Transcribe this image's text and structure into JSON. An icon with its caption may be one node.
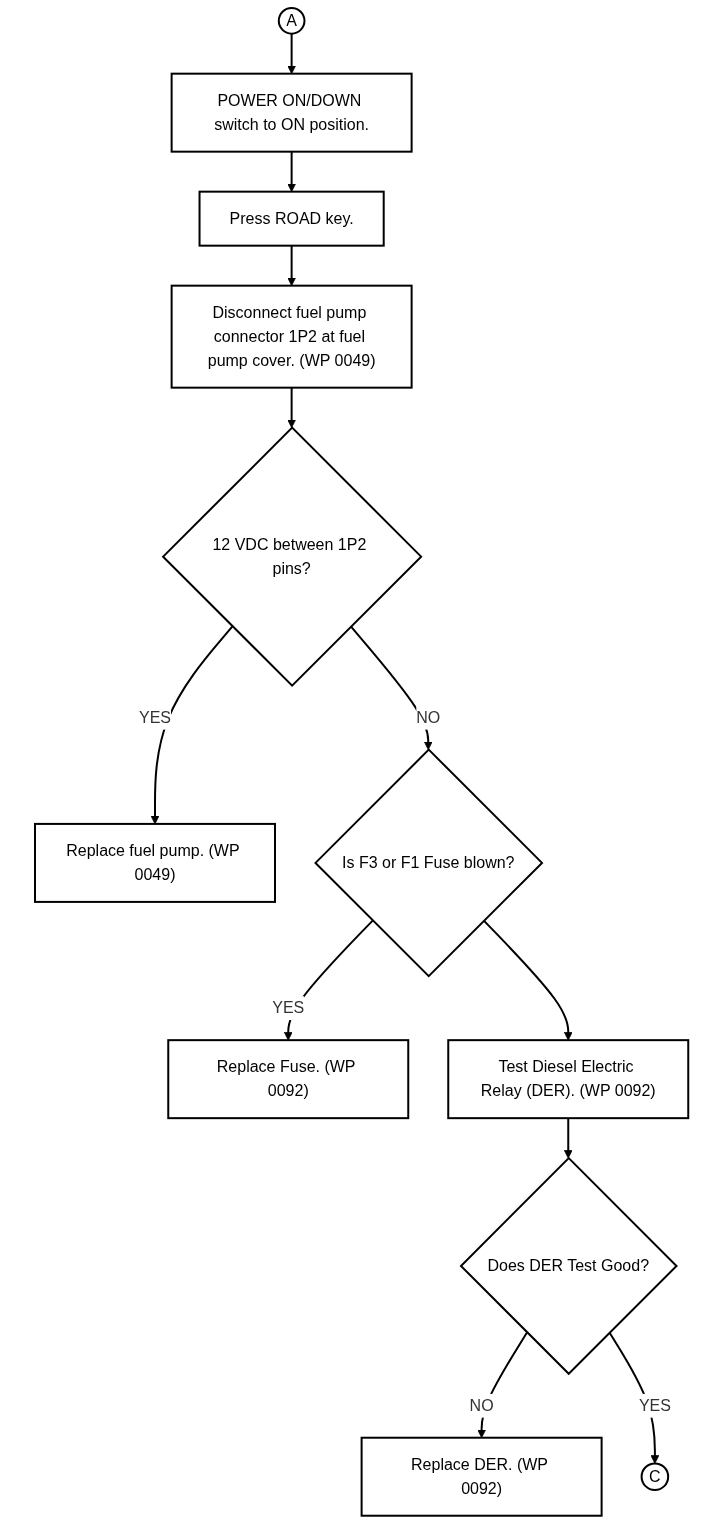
{
  "diagram": {
    "nodes": [
      {
        "text": [
          "A"
        ]
      },
      {
        "text": [
          "POWER ON/DOWN switch to ON position."
        ]
      },
      {
        "text": [
          "Press ROAD key."
        ]
      },
      {
        "text": [
          "Disconnect fuel pump connector 1P2 at fuel pump cover. (WP 0049)"
        ]
      },
      {
        "text": [
          "12 VDC between 1P2 pins?"
        ]
      },
      {
        "text": [
          "Replace fuel pump. (WP 0049)"
        ]
      },
      {
        "text": [
          "Is F3 or F1 Fuse blown?"
        ]
      },
      {
        "text": [
          "Replace Fuse. (WP 0092)"
        ]
      },
      {
        "text": [
          "Test Diesel Electric Relay (DER). (WP 0092)"
        ]
      },
      {
        "text": [
          "Does DER Test Good?"
        ]
      },
      {
        "text": [
          "Replace DER. (WP 0092)"
        ]
      },
      {
        "text": [
          "C"
        ]
      }
    ],
    "edges": [
      {
        "from": 0,
        "to": 1,
        "arrow": "to"
      },
      {
        "from": 1,
        "to": 2,
        "arrow": "to"
      },
      {
        "from": 2,
        "to": 3,
        "arrow": "to"
      },
      {
        "from": 3,
        "to": 4,
        "arrow": "to"
      },
      {
        "from": 4,
        "to": 5,
        "arrow": "to",
        "label": "YES"
      },
      {
        "from": 4,
        "to": 6,
        "arrow": "to",
        "label": "NO"
      },
      {
        "from": 6,
        "to": 7,
        "arrow": "to",
        "label": "YES"
      },
      {
        "from": 6,
        "to": 8,
        "arrow": "to"
      },
      {
        "from": 8,
        "to": 9,
        "arrow": "to"
      },
      {
        "from": 9,
        "to": 10,
        "arrow": "to",
        "label": "NO"
      },
      {
        "from": 9,
        "to": 11,
        "arrow": "to",
        "label": "YES"
      }
    ]
  }
}
